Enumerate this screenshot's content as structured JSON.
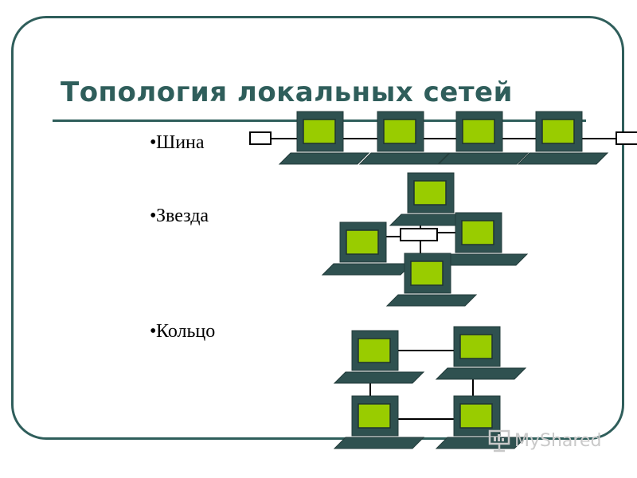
{
  "title": "Топология локальных сетей",
  "bullets": [
    {
      "label": "Шина"
    },
    {
      "label": "Звезда"
    },
    {
      "label": "Кольцо"
    }
  ],
  "watermark": "MyShared",
  "colors": {
    "frame": "#2f5e5b",
    "computer_body": "#2f5150",
    "screen": "#99cc00",
    "cable": "#000000"
  },
  "icons": {
    "computer": "computer-icon",
    "terminator": "terminator-icon",
    "hub": "hub-icon",
    "watermark": "presentation-board-icon"
  }
}
